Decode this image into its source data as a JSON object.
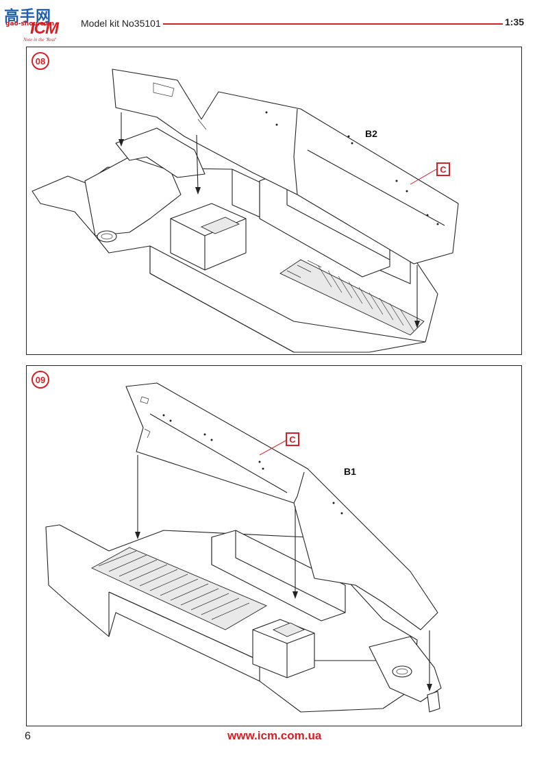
{
  "header": {
    "watermark": "高手网",
    "watermark_sub": "gao-shou.com",
    "logo": "ICM",
    "logo_slogan": "Note in the 'Real'",
    "kit_number": "Model kit No35101",
    "scale": "1:35"
  },
  "steps": [
    {
      "number": "08",
      "part_label": "B2",
      "callout": "C"
    },
    {
      "number": "09",
      "part_label": "B1",
      "callout": "C"
    }
  ],
  "footer": {
    "page_number": "6",
    "website": "www.icm.com.ua"
  },
  "colors": {
    "brand_red": "#d31f26",
    "line": "#222222",
    "watermark_blue": "#1e5fae"
  }
}
